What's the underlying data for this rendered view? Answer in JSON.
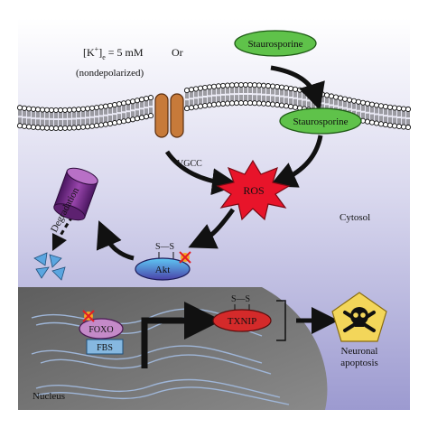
{
  "diagram": {
    "conditions": {
      "potassium_prefix": "[K",
      "potassium_sup": "+",
      "potassium_bracket": "]",
      "potassium_sub": "e",
      "potassium_suffix": " = 5 mM",
      "or_label": "Or",
      "nondepolarized_label": "(nondepolarized)"
    },
    "nodes": {
      "staurosporine_outside": "Staurosporine",
      "staurosporine_inside": "Staurosporine",
      "vgcc": "VGCC",
      "ros": "ROS",
      "degradation": "Degradation",
      "akt": "Akt",
      "akt_disulfide": "S—S",
      "cytosol": "Cytosol",
      "foxo": "FOXO",
      "fbs": "FBS",
      "txnip": "TXNIP",
      "txnip_disulfide": "S—S",
      "neuronal_apoptosis_line1": "Neuronal",
      "neuronal_apoptosis_line2": "apoptosis",
      "nucleus": "Nucleus"
    },
    "colors": {
      "background_top": "#ffffff",
      "background_bottom": "#9c9ad0",
      "nucleus_fill": "#6e6e6e",
      "staurosporine_fill": "#5fc24a",
      "ros_fill": "#e8142a",
      "degradation_fill": "#7a2c8c",
      "degradation_fragments": "#5ba6e0",
      "akt_fill_top": "#58c0f0",
      "akt_fill_bottom": "#4a4aa8",
      "foxo_fill": "#c48ac8",
      "fbs_fill": "#86b8e0",
      "txnip_fill": "#d42a2a",
      "skull_fill": "#f3d65a",
      "membrane_head": "#ffffff",
      "vgcc_fill": "#c77a3a",
      "phospho_x": "#e21b23"
    },
    "icons": {
      "death": "skull-crossbones-icon",
      "phospho_inhibited": "phosphate-x-icon"
    }
  }
}
